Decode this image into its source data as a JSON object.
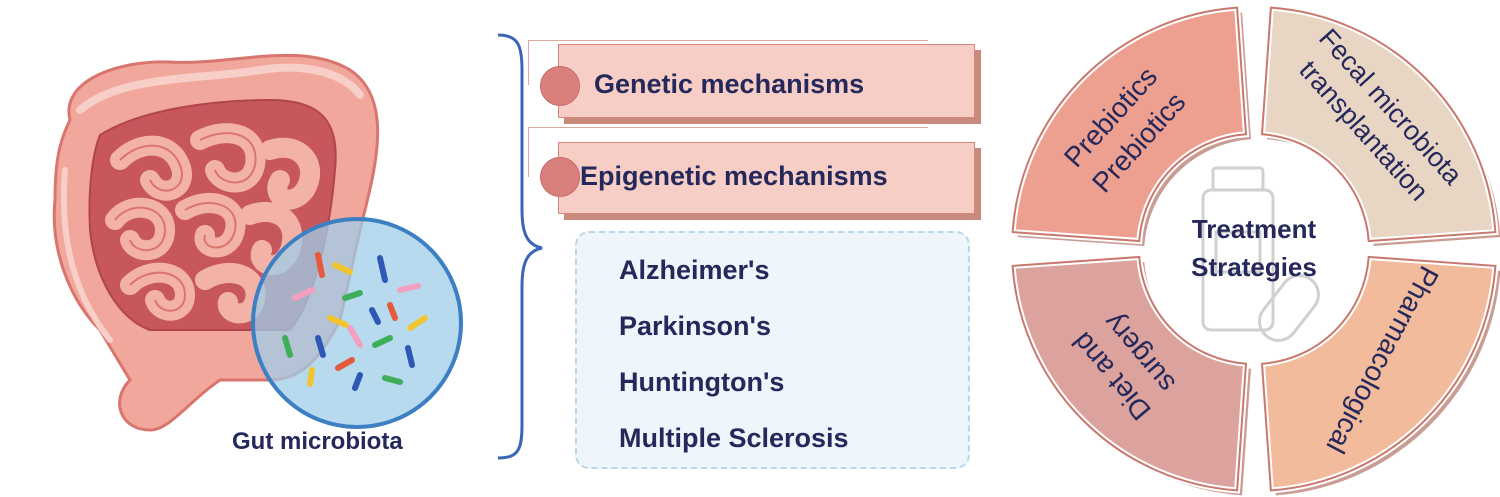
{
  "gut": {
    "label": "Gut microbiota"
  },
  "mechanisms": [
    {
      "label": "Genetic mechanisms"
    },
    {
      "label": "Epigenetic mechanisms"
    }
  ],
  "diseases": [
    "Alzheimer's",
    "Parkinson's",
    "Huntington's",
    "Multiple Sclerosis"
  ],
  "treatment": {
    "center_line1": "Treatment",
    "center_line2": "Strategies",
    "segments": [
      {
        "lines": [
          "Prebiotics",
          "Prebiotics"
        ],
        "color": "#eea090"
      },
      {
        "lines": [
          "Fecal microbiota",
          "transplantation"
        ],
        "color": "#e8d5c3"
      },
      {
        "lines": [
          "Pharmacological"
        ],
        "color": "#f1bb9c"
      },
      {
        "lines": [
          "Diet and",
          "surgery"
        ],
        "color": "#dba29e"
      }
    ]
  },
  "colors": {
    "text_navy": "#24285a",
    "brace_blue": "#3b66b5",
    "intestine": "#f1a79c",
    "lens": "#9fcdea"
  }
}
